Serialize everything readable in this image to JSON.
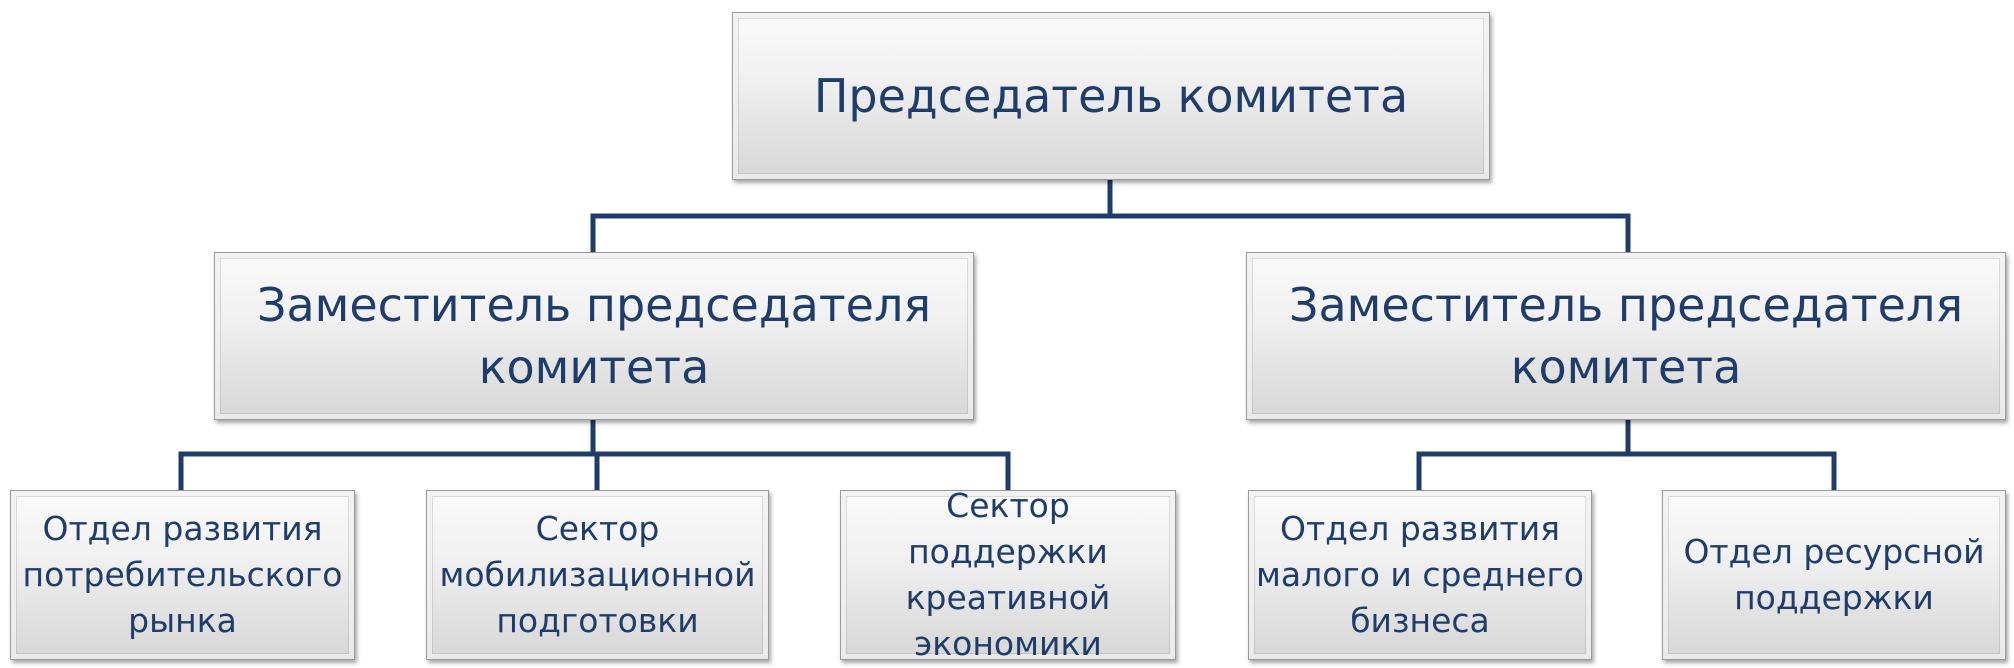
{
  "org_chart": {
    "chairman": {
      "label": "Председатель комитета"
    },
    "deputies": [
      {
        "label": "Заместитель председателя\nкомитета",
        "units": [
          {
            "label": "Отдел развития\nпотребительского\nрынка"
          },
          {
            "label": "Сектор\nмобилизационной\nподготовки"
          },
          {
            "label": "Сектор поддержки\nкреативной\nэкономики"
          }
        ]
      },
      {
        "label": "Заместитель председателя\nкомитета",
        "units": [
          {
            "label": "Отдел развития\nмалого и среднего\nбизнеса"
          },
          {
            "label": "Отдел ресурсной\nподдержки"
          }
        ]
      }
    ]
  },
  "colors": {
    "text": "#1f3d6b",
    "connector": "#1f3d6b",
    "box_border": "#9a9a9a"
  }
}
